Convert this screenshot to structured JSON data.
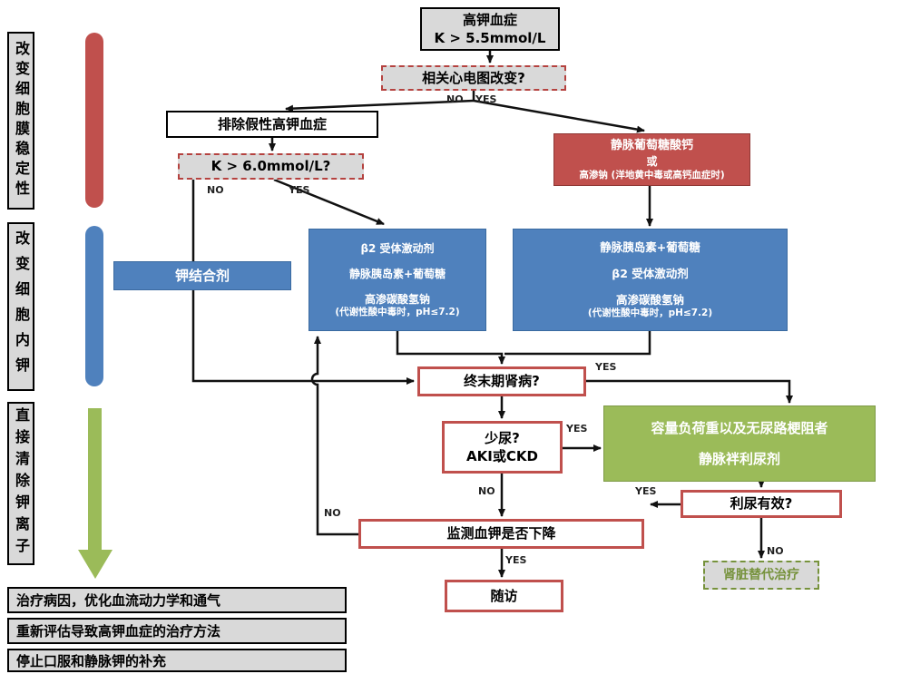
{
  "sidebar": {
    "phases": [
      {
        "label": "改变细胞膜稳定性",
        "color": "#c0504d"
      },
      {
        "label": "改变细胞内钾",
        "color": "#4f81bd"
      },
      {
        "label": "直接清除钾离子",
        "color": "#9bbb59"
      }
    ]
  },
  "nodes": {
    "start": {
      "line1": "高钾血症",
      "line2": "K > 5.5mmol/L"
    },
    "ecg": {
      "label": "相关心电图改变?"
    },
    "exclude": {
      "label": "排除假性高钾血症"
    },
    "k6": {
      "label": "K > 6.0mmol/L?"
    },
    "calcium": {
      "line1": "静脉葡萄糖酸钙",
      "line2": "或",
      "line3": "高渗钠 (洋地黄中毒或高钙血症时)"
    },
    "binder": {
      "label": "钾结合剂"
    },
    "shift_mid": {
      "line1": "β2 受体激动剂",
      "line2": "静脉胰岛素+葡萄糖",
      "line3": "高渗碳酸氢钠",
      "line4": "(代谢性酸中毒时，pH≤7.2)"
    },
    "shift_right": {
      "line1": "静脉胰岛素+葡萄糖",
      "line2": "β2 受体激动剂",
      "line3": "高渗碳酸氢钠",
      "line4": "(代谢性酸中毒时，pH≤7.2)"
    },
    "esrd": {
      "label": "终末期肾病?"
    },
    "oliguria": {
      "line1": "少尿?",
      "line2": "AKI或CKD"
    },
    "loop_diuretic": {
      "line1": "容量负荷重以及无尿路梗阻者",
      "line2": "静脉袢利尿剂"
    },
    "diuresis_effective": {
      "label": "利尿有效?"
    },
    "monitor": {
      "label": "监测血钾是否下降"
    },
    "followup": {
      "label": "随访"
    },
    "rrt": {
      "label": "肾脏替代治疗"
    }
  },
  "edges": {
    "ecg_no": "NO",
    "ecg_yes": "YES",
    "k6_no": "NO",
    "k6_yes": "YES",
    "esrd_yes": "YES",
    "oliguria_yes": "YES",
    "oliguria_no": "NO",
    "diuresis_yes": "YES",
    "diuresis_no": "NO",
    "monitor_yes": "YES",
    "monitor_no": "NO"
  },
  "footer": [
    "治疗病因，优化血流动力学和通气",
    "重新评估导致高钾血症的治疗方法",
    "停止口服和静脉钾的补充"
  ],
  "colors": {
    "membrane_red": "#c0504d",
    "shift_blue": "#4f81bd",
    "removal_green": "#9bbb59",
    "box_gray": "#d9d9d9"
  }
}
